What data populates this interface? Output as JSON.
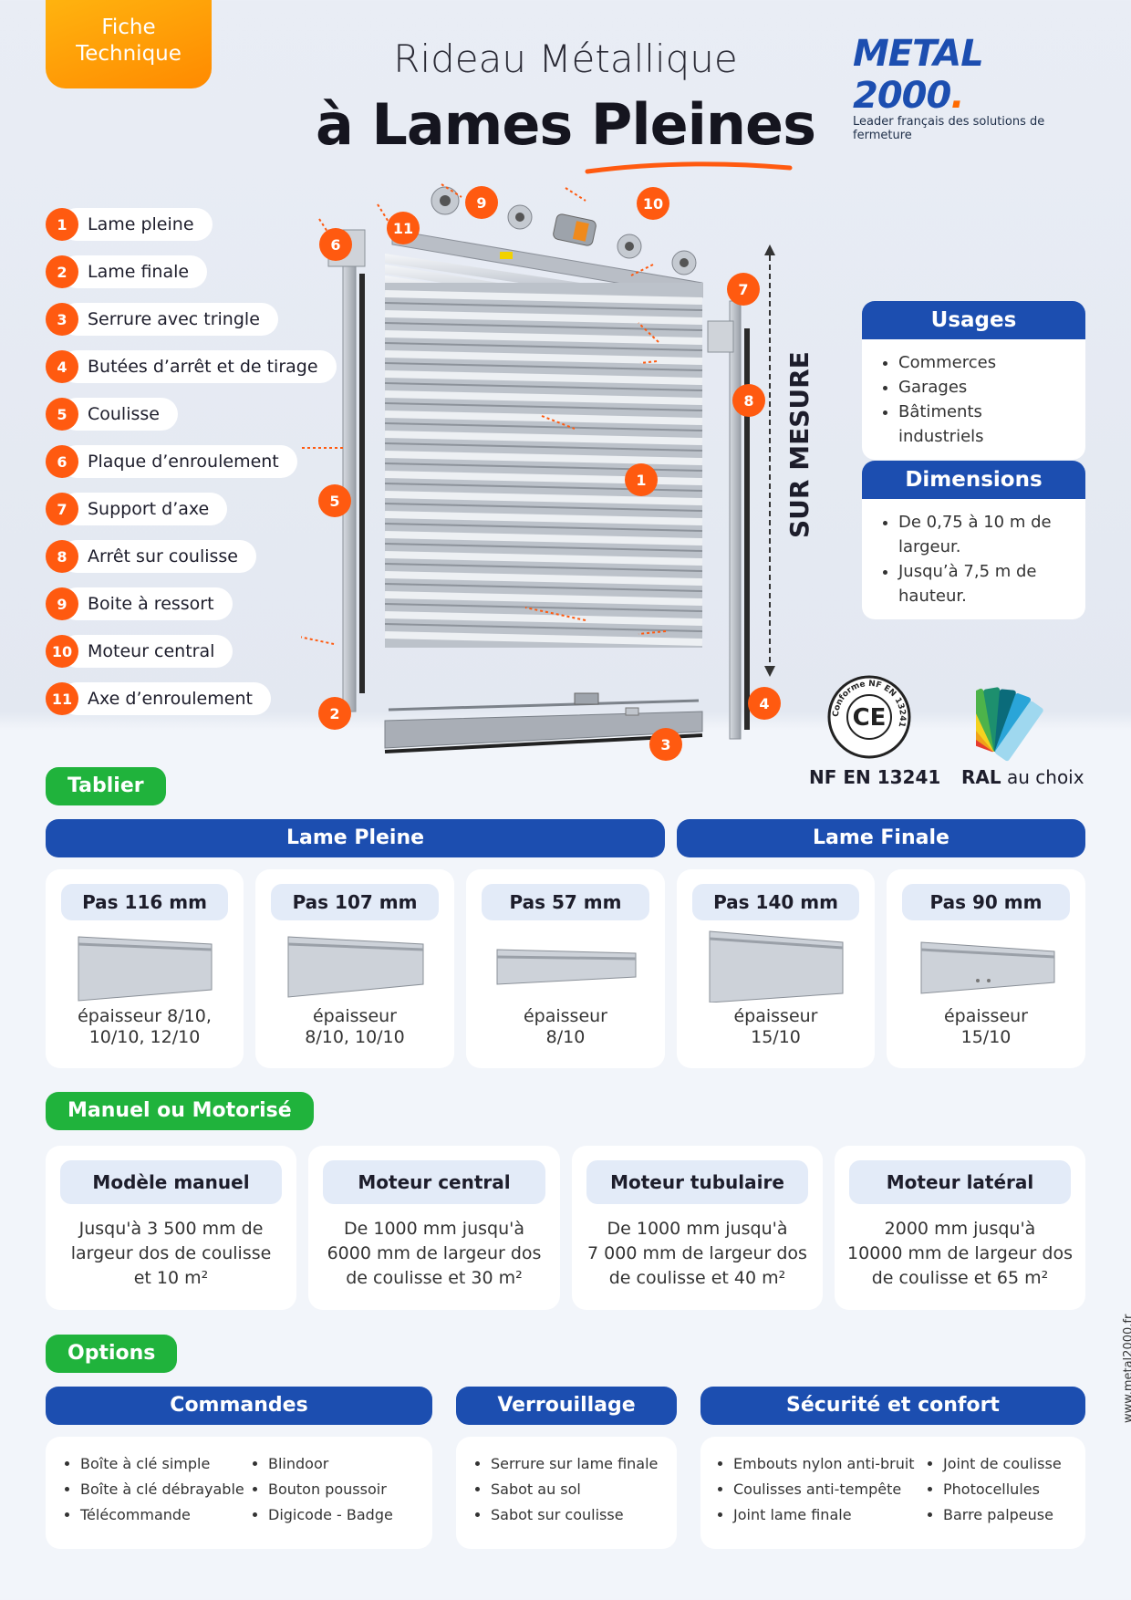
{
  "header": {
    "badge_line1": "Fiche",
    "badge_line2": "Technique",
    "title_line1": "Rideau Métallique",
    "title_line2": "à Lames Pleines",
    "logo_main": "METAL 2000",
    "logo_dot": ".",
    "logo_tagline": "Leader français des solutions de fermeture"
  },
  "legend": [
    {
      "num": "1",
      "label": "Lame pleine"
    },
    {
      "num": "2",
      "label": "Lame finale"
    },
    {
      "num": "3",
      "label": "Serrure avec tringle"
    },
    {
      "num": "4",
      "label": "Butées d’arrêt et de tirage"
    },
    {
      "num": "5",
      "label": "Coulisse"
    },
    {
      "num": "6",
      "label": "Plaque d’enroulement"
    },
    {
      "num": "7",
      "label": "Support d’axe"
    },
    {
      "num": "8",
      "label": "Arrêt sur coulisse"
    },
    {
      "num": "9",
      "label": "Boite à ressort"
    },
    {
      "num": "10",
      "label": "Moteur central"
    },
    {
      "num": "11",
      "label": "Axe d’enroulement"
    }
  ],
  "diagram": {
    "sur_mesure": "SUR MESURE"
  },
  "usages": {
    "title": "Usages",
    "items": [
      "Commerces",
      "Garages",
      "Bâtiments industriels"
    ]
  },
  "dimensions": {
    "title": "Dimensions",
    "items": [
      "De 0,75 à 10 m de largeur.",
      "Jusqu’à 7,5 m de hauteur."
    ]
  },
  "certification": {
    "norm": "NF EN 13241",
    "ring_text": "Conforme NF EN 13241",
    "ce": "CE",
    "ral_bold": "RAL",
    "ral_rest": " au choix"
  },
  "tablier": {
    "tag": "Tablier",
    "group1": "Lame Pleine",
    "group2": "Lame Finale",
    "items": [
      {
        "pas": "Pas 116 mm",
        "ep1": "épaisseur 8/10,",
        "ep2": "10/10, 12/10"
      },
      {
        "pas": "Pas 107 mm",
        "ep1": "épaisseur",
        "ep2": "8/10, 10/10"
      },
      {
        "pas": "Pas 57 mm",
        "ep1": "épaisseur",
        "ep2": "8/10"
      },
      {
        "pas": "Pas 140 mm",
        "ep1": "épaisseur",
        "ep2": "15/10"
      },
      {
        "pas": "Pas 90 mm",
        "ep1": "épaisseur",
        "ep2": "15/10"
      }
    ]
  },
  "motorisation": {
    "tag": "Manuel ou Motorisé",
    "items": [
      {
        "title": "Modèle manuel",
        "l1": "Jusqu'à 3 500 mm de",
        "l2": "largeur dos de coulisse",
        "l3": "et 10 m²"
      },
      {
        "title": "Moteur central",
        "l1": "De 1000 mm jusqu'à",
        "l2": "6000 mm de largeur dos",
        "l3": "de coulisse et 30 m²"
      },
      {
        "title": "Moteur tubulaire",
        "l1": "De 1000 mm jusqu'à",
        "l2": "7 000 mm de largeur dos",
        "l3": "de coulisse et 40 m²"
      },
      {
        "title": "Moteur latéral",
        "l1": "2000 mm jusqu'à",
        "l2": "10000 mm de largeur dos",
        "l3": "de coulisse et 65 m²"
      }
    ]
  },
  "options": {
    "tag": "Options",
    "commandes": {
      "title": "Commandes",
      "col1": [
        "Boîte à clé simple",
        "Boîte à clé débrayable",
        "Télécommande"
      ],
      "col2": [
        "Blindoor",
        "Bouton poussoir",
        "Digicode - Badge"
      ]
    },
    "verrouillage": {
      "title": "Verrouillage",
      "col1": [
        "Serrure sur lame finale",
        "Sabot au sol",
        "Sabot sur coulisse"
      ]
    },
    "securite": {
      "title": "Sécurité et confort",
      "col1": [
        "Embouts nylon anti-bruit",
        "Coulisses anti-tempête",
        "Joint lame finale"
      ],
      "col2": [
        "Joint de coulisse",
        "Photocellules",
        "Barre palpeuse"
      ]
    }
  },
  "footer": {
    "website": "www.metal2000.fr"
  },
  "colors": {
    "brand_blue": "#1c4eb0",
    "accent_orange": "#ff5a10",
    "section_green": "#20b33c"
  }
}
